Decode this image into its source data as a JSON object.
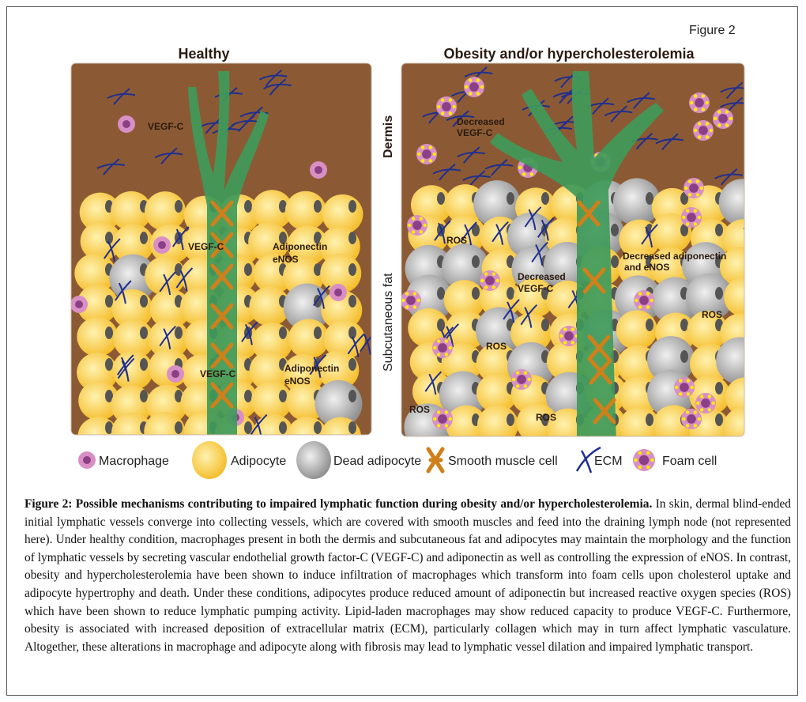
{
  "figure_label": "Figure 2",
  "panels": {
    "healthy": {
      "title": "Healthy",
      "labels": [
        "VEGF-C",
        "VEGF-C",
        "Adiponectin",
        "eNOS",
        "VEGF-C",
        "Adiponectin",
        "eNOS"
      ]
    },
    "disease": {
      "title": "Obesity and/or hypercholesterolemia",
      "labels": {
        "decreased_vegf_top": [
          "Decreased",
          "VEGF-C"
        ],
        "decreased_vegf_mid": [
          "Decreased",
          "VEGF-C"
        ],
        "decreased_adiponectin": [
          "Decreased adiponectin",
          "and eNOS"
        ],
        "ros": [
          "ROS",
          "ROS",
          "ROS",
          "ROS",
          "ROS"
        ]
      }
    },
    "side_labels": {
      "dermis": "Dermis",
      "fat": "Subcutaneous fat"
    }
  },
  "legend": [
    "Macrophage",
    "Adipocyte",
    "Dead adipocyte",
    "Smooth muscle cell",
    "ECM",
    "Foam cell"
  ],
  "caption": {
    "title": "Figure 2: Possible mechanisms contributing to impaired lymphatic function during obesity and/or hypercholesterolemia.",
    "body": " In skin, dermal blind-ended initial lymphatic vessels converge into collecting vessels, which are covered with smooth muscles and feed into the draining lymph node (not represented here). Under healthy condition, macrophages present in both the dermis and subcutaneous fat and adipocytes may maintain the morphology and the function of lymphatic vessels by secreting vascular endothelial growth factor-C (VEGF-C) and adiponectin as well as controlling the expression of eNOS. In contrast, obesity and hypercholesterolemia have been shown to induce infiltration of macrophages which transform into foam cells upon cholesterol uptake and adipocyte hypertrophy and death. Under these conditions, adipocytes produce reduced amount of adiponectin but increased reactive oxygen species (ROS) which have been shown to reduce lymphatic pumping activity. Lipid-laden macrophages may show reduced capacity to produce VEGF-C. Furthermore, obesity is associated with increased deposition of extracellular matrix (ECM), particularly collagen which may in turn affect lymphatic vasculature. Altogether, these alterations in macrophage and adipocyte along with fibrosis may lead to lymphatic vessel dilation and impaired lymphatic transport."
  },
  "colors": {
    "dermis": "#8b5a34",
    "adipocyte": "#f7c83c",
    "vessel": "#3f9a5a",
    "macrophage": "#d98fc4",
    "ecm": "#1f2f8f",
    "smooth_muscle": "#d0801a",
    "dead": "#9a9a9a"
  }
}
